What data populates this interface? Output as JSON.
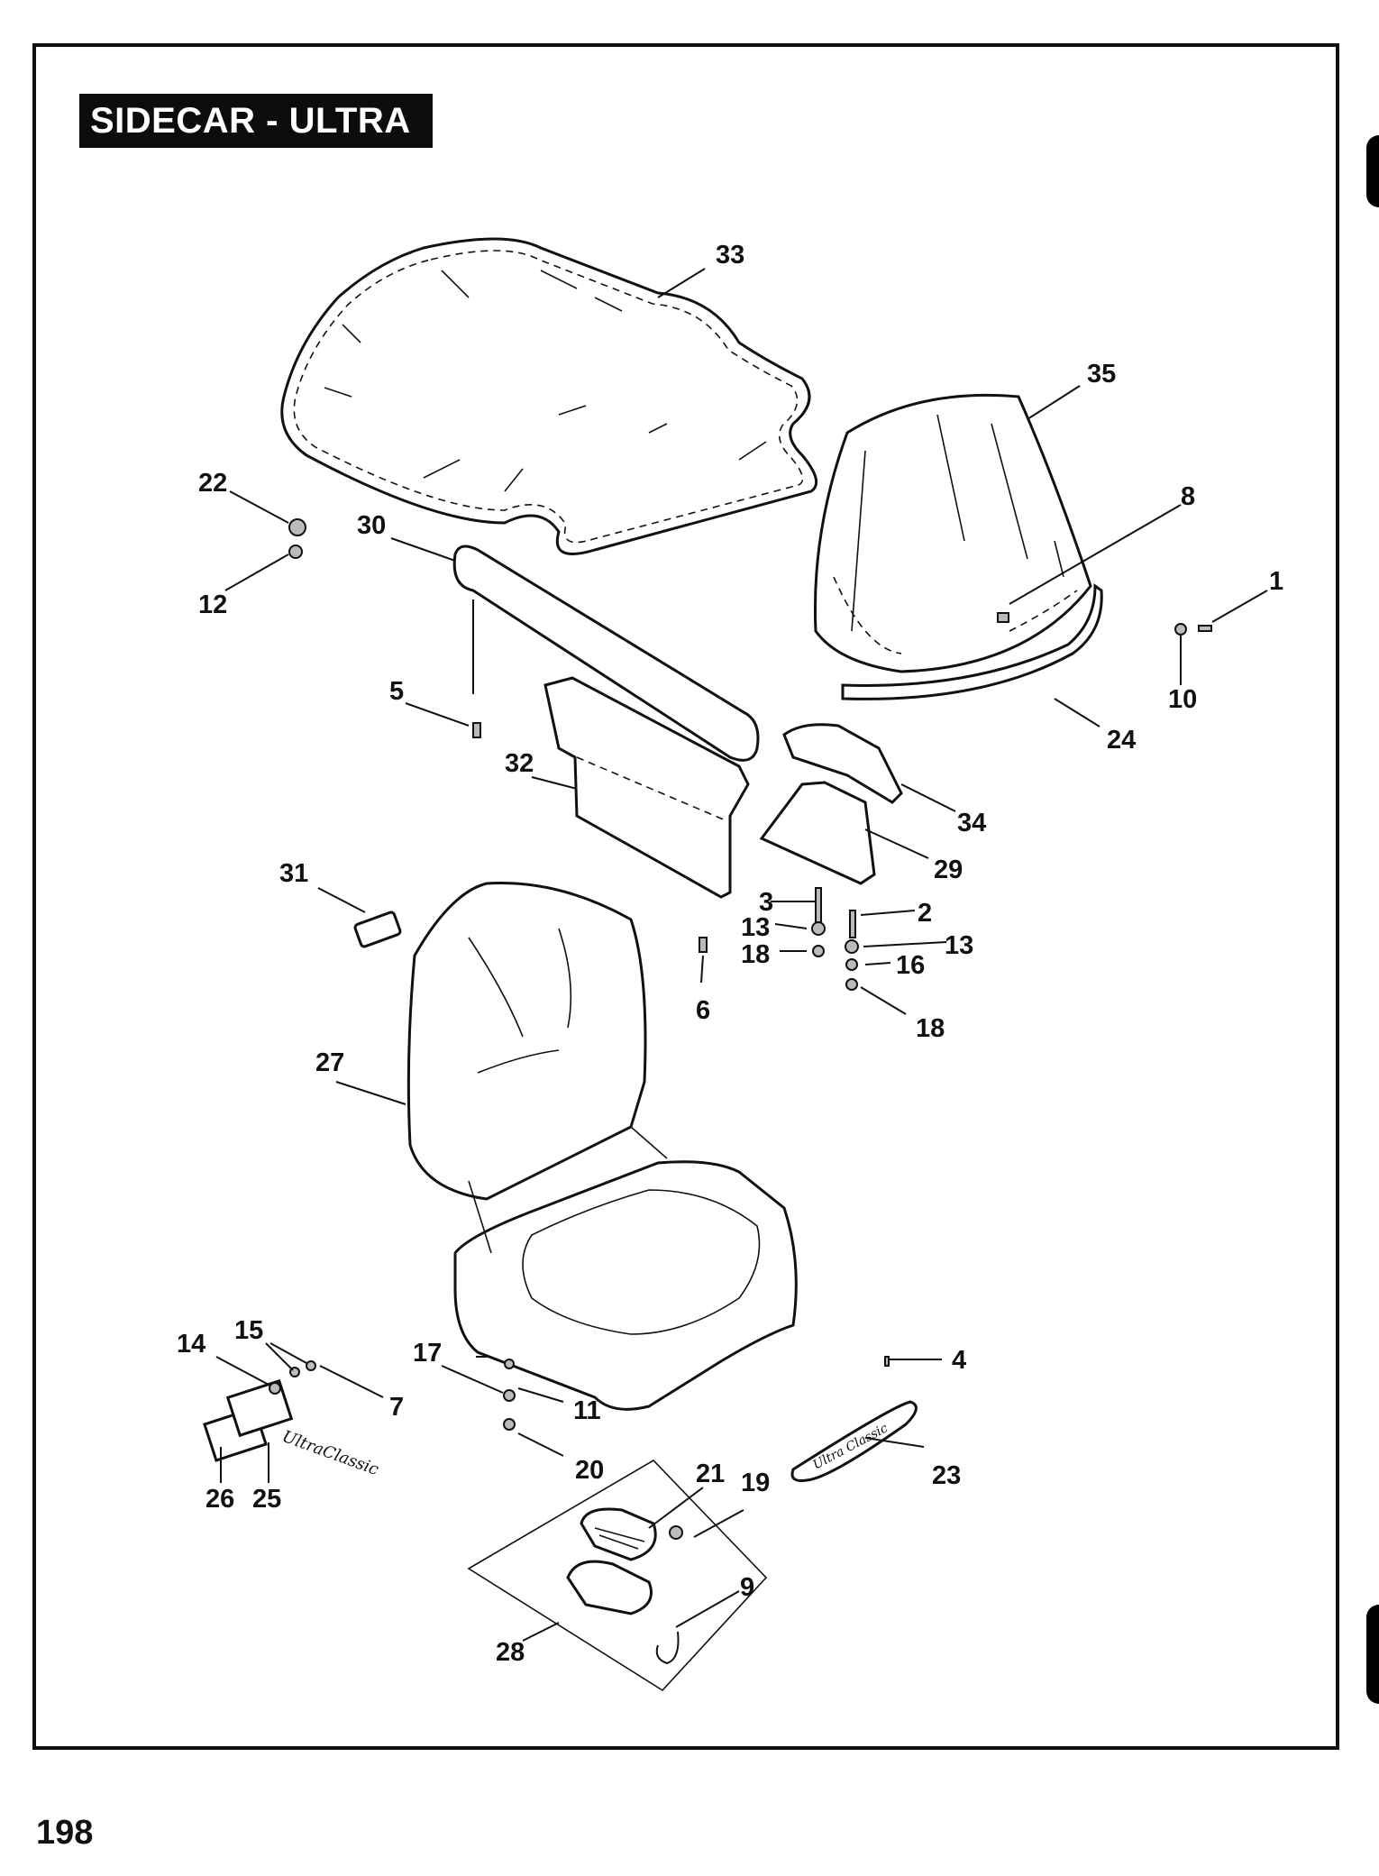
{
  "header": {
    "title": "SIDECAR - ULTRA"
  },
  "footer": {
    "page_number": "198"
  },
  "parts_callouts": [
    {
      "number": "1"
    },
    {
      "number": "2"
    },
    {
      "number": "3"
    },
    {
      "number": "4"
    },
    {
      "number": "5"
    },
    {
      "number": "6"
    },
    {
      "number": "7"
    },
    {
      "number": "8"
    },
    {
      "number": "9"
    },
    {
      "number": "10"
    },
    {
      "number": "11"
    },
    {
      "number": "12"
    },
    {
      "number": "13"
    },
    {
      "number": "13"
    },
    {
      "number": "14"
    },
    {
      "number": "15"
    },
    {
      "number": "16"
    },
    {
      "number": "17"
    },
    {
      "number": "18"
    },
    {
      "number": "18"
    },
    {
      "number": "19"
    },
    {
      "number": "20"
    },
    {
      "number": "21"
    },
    {
      "number": "22"
    },
    {
      "number": "23"
    },
    {
      "number": "24"
    },
    {
      "number": "25"
    },
    {
      "number": "26"
    },
    {
      "number": "27"
    },
    {
      "number": "28"
    },
    {
      "number": "29"
    },
    {
      "number": "30"
    },
    {
      "number": "31"
    },
    {
      "number": "32"
    },
    {
      "number": "33"
    },
    {
      "number": "34"
    },
    {
      "number": "35"
    }
  ],
  "emblem_script": "UltraClassic",
  "emblem_23_script": "Ultra Classic"
}
